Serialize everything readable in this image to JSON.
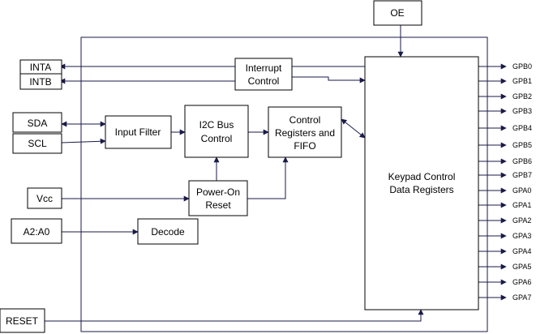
{
  "blocks": {
    "oe": "OE",
    "inta": "INTA",
    "intb": "INTB",
    "interrupt_control": [
      "Interrupt",
      "Control"
    ],
    "sda": "SDA",
    "scl": "SCL",
    "input_filter": "Input Filter",
    "i2c_bus_control": [
      "I2C Bus",
      "Control"
    ],
    "control_registers": [
      "Control",
      "Registers and",
      "FIFO"
    ],
    "vcc": "Vcc",
    "power_on_reset": [
      "Power-On",
      "Reset"
    ],
    "a2a0": "A2:A0",
    "decode": "Decode",
    "keypad": [
      "Keypad Control",
      "Data Registers"
    ],
    "reset": "RESET"
  },
  "gpio_pins": [
    "GPB0",
    "GPB1",
    "GPB2",
    "GPB3",
    "GPB4",
    "GPB5",
    "GPB6",
    "GPB7",
    "GPA0",
    "GPA1",
    "GPA2",
    "GPA3",
    "GPA4",
    "GPA5",
    "GPA6",
    "GPA7"
  ],
  "colors": {
    "line": "#1a1a4a",
    "box_stroke": "#000000",
    "background": "#ffffff"
  }
}
